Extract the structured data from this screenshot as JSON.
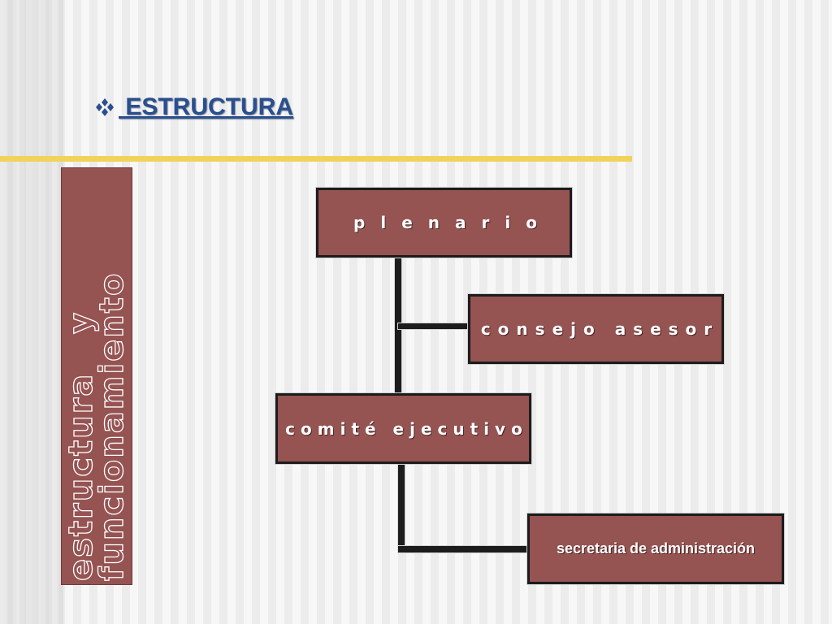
{
  "slide": {
    "title": " ESTRUCTURA",
    "side_label": {
      "line1": "estructura   y",
      "line2": "funcionamiento"
    }
  },
  "org_chart": {
    "nodes": {
      "plenario": "plenario",
      "consejo_asesor": "consejo asesor",
      "comite_ejecutivo": "comité ejecutivo",
      "secretaria_administracion": "secretaria de administración"
    },
    "edges": [
      [
        "plenario",
        "consejo_asesor"
      ],
      [
        "plenario",
        "comite_ejecutivo"
      ],
      [
        "comite_ejecutivo",
        "secretaria_administracion"
      ]
    ]
  },
  "colors": {
    "node_fill": "#955352",
    "node_border": "#1c1c1c",
    "title": "#2a4f8f",
    "accent_line": "#f1d25a"
  },
  "icons": {
    "bullet": "four-diamond-bullet-icon"
  }
}
